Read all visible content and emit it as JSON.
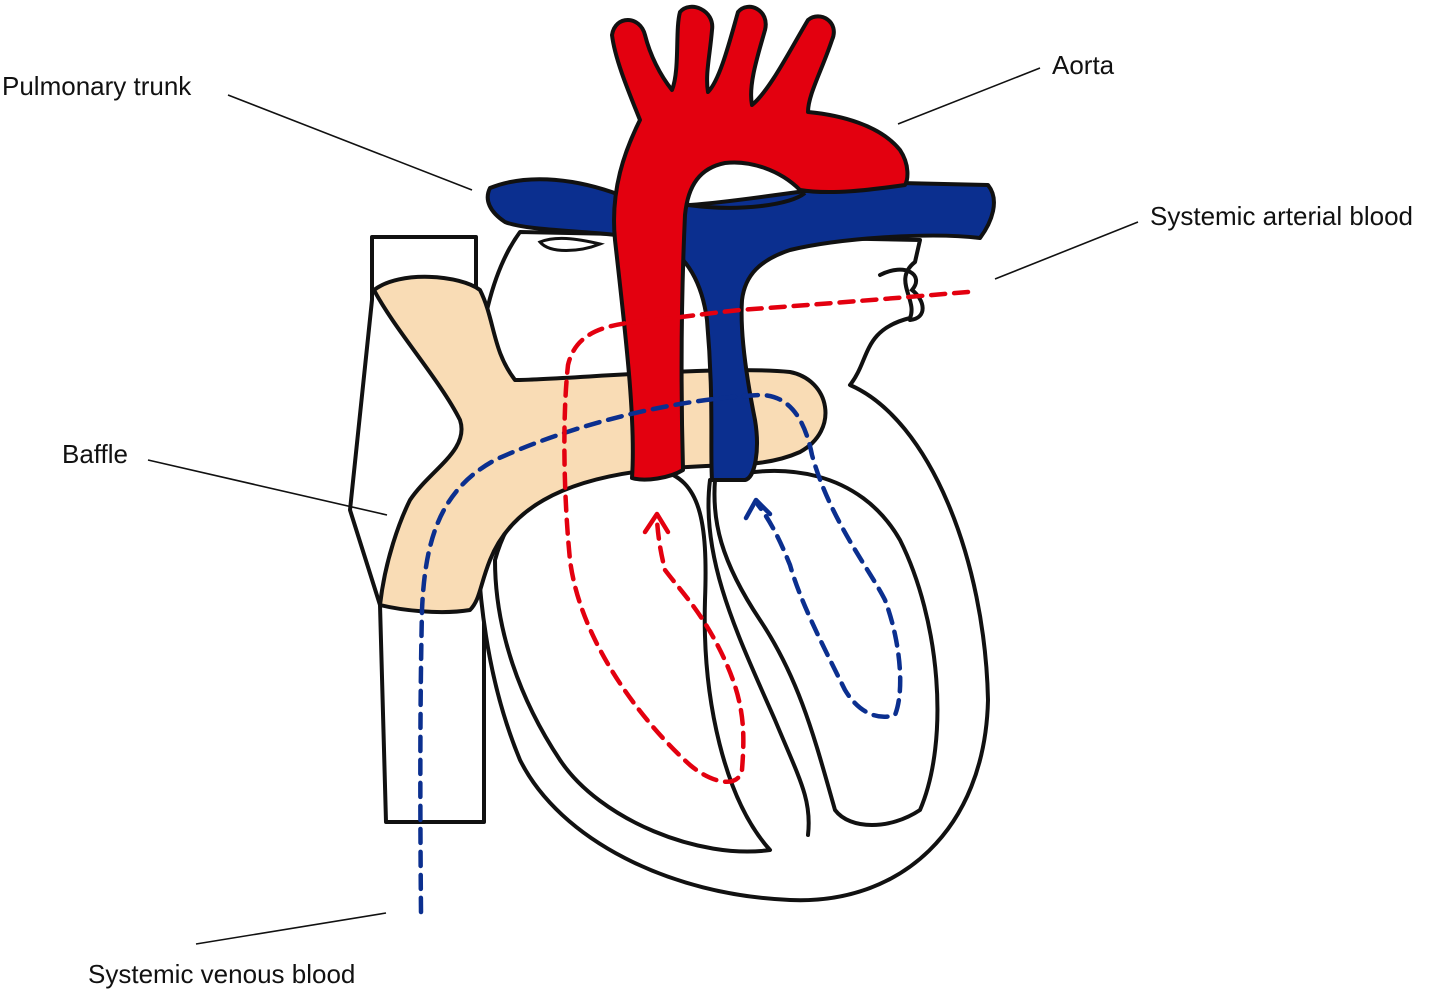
{
  "labels": {
    "pulmonary_trunk": "Pulmonary trunk",
    "aorta": "Aorta",
    "systemic_arterial_blood": "Systemic arterial blood",
    "baffle": "Baffle",
    "systemic_venous_blood": "Systemic venous blood"
  },
  "colors": {
    "aorta_red": "#e3000f",
    "pulmonary_blue": "#0b2f8f",
    "baffle_tan": "#f9dcb5",
    "outline": "#111111",
    "venous_flow_blue": "#0b2f8f",
    "arterial_flow_red": "#e3000f"
  }
}
